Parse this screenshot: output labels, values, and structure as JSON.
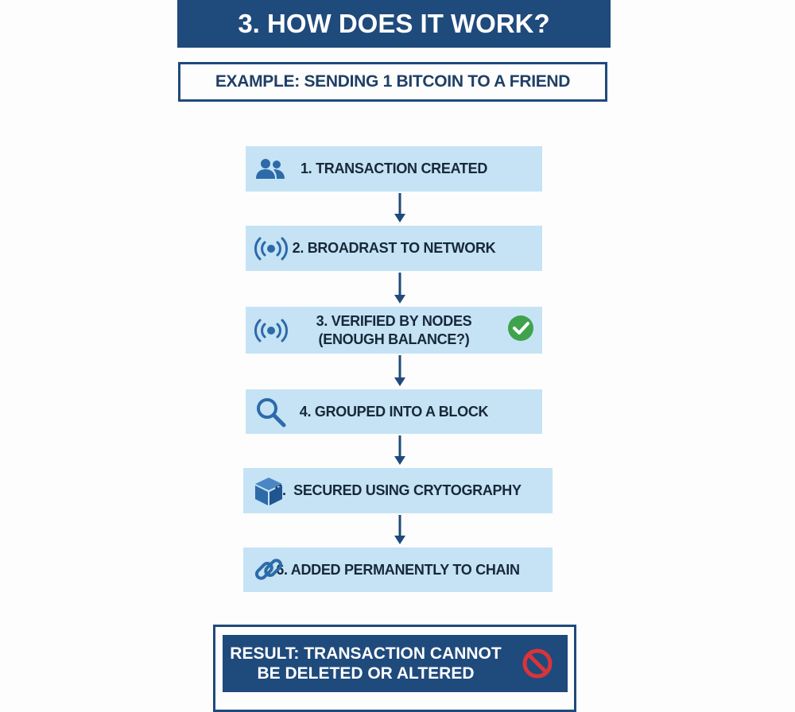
{
  "header": {
    "title": "3. HOW DOES IT WORK?",
    "subtitle": "EXAMPLE: SENDING 1 BITCOIN TO A FRIEND"
  },
  "steps": [
    {
      "label": "1. TRANSACTION CREATED",
      "icon": "users-icon"
    },
    {
      "label": "2. BROADRAST TO NETWORK",
      "icon": "broadcast-icon"
    },
    {
      "label_line1": "3. VERIFIED BY NODES",
      "label_line2": "(ENOUGH BALANCE?)",
      "icon": "broadcast-icon",
      "badge": "check-icon"
    },
    {
      "label": "4. GROUPED INTO A BLOCK",
      "icon": "search-icon"
    },
    {
      "label": "5.  SECURED USING CRYTOGRAPHY",
      "icon": "cube-icon"
    },
    {
      "label": "6. ADDED PERMANENTLY TO CHAIN",
      "icon": "link-icon"
    }
  ],
  "result": {
    "line1": "RESULT: TRANSACTION CANNOT",
    "line2": "BE DELETED OR ALTERED",
    "icon": "prohibited-icon"
  },
  "colors": {
    "navy": "#1f4a7c",
    "box": "#c5e3f5",
    "icon": "#2d6aa8",
    "check": "#3fa34d",
    "prohibited": "#d9343a"
  }
}
